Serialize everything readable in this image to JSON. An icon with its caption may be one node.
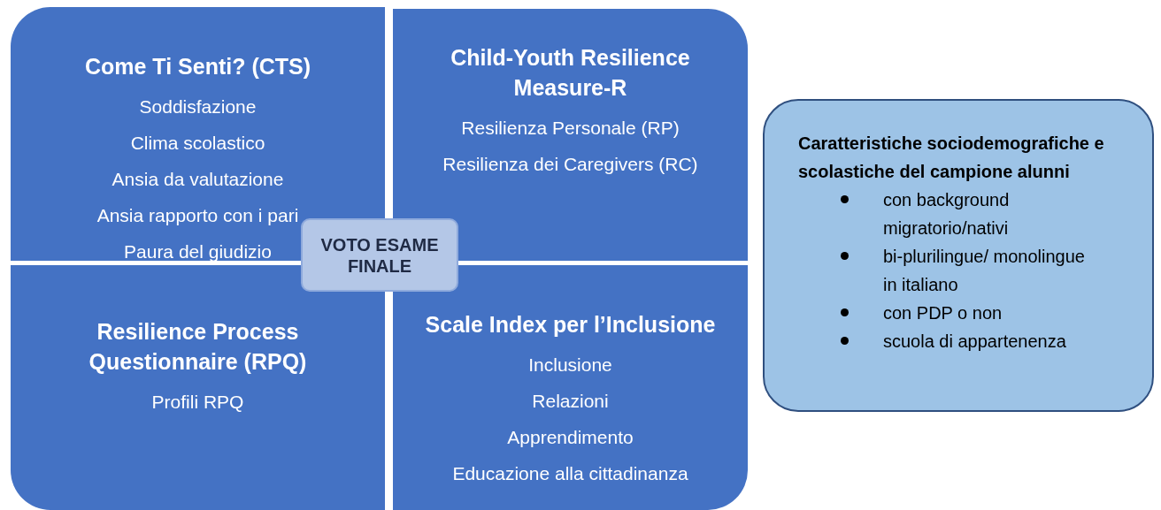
{
  "diagram": {
    "nodes": [
      {
        "text": [
          "Come Ti Senti? (CTS)",
          "Soddisfazione",
          "Clima scolastico",
          "Ansia da valutazione",
          "Ansia rapporto con i pari",
          "Paura del giudizio"
        ]
      },
      {
        "text": [
          "Child-Youth Resilience Measure-R",
          "Resilienza Personale (RP)",
          "Resilienza dei Caregivers (RC)"
        ]
      },
      {
        "text": [
          "Resilience Process Questionnaire (RPQ)",
          "Profili RPQ"
        ]
      },
      {
        "text": [
          "Scale Index per l’Inclusione",
          "Inclusione",
          "Relazioni",
          "Apprendimento",
          "Educazione alla cittadinanza"
        ]
      },
      {
        "text": [
          "VOTO ESAME FINALE"
        ]
      },
      {
        "text": [
          "Caratteristiche sociodemografiche e scolastiche del campione alunni",
          "con background migratorio/nativi",
          "bi-plurilingue/ monolingue in italiano",
          "con PDP o non",
          "scuola di appartenenza"
        ]
      }
    ]
  }
}
